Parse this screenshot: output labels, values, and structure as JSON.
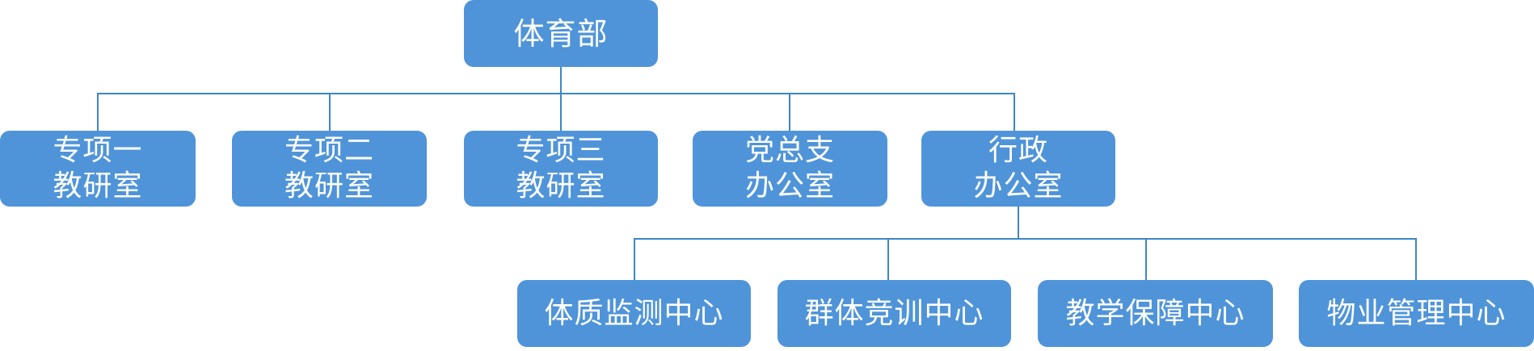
{
  "org_chart": {
    "root": {
      "label": "体育部"
    },
    "departments": [
      {
        "lines": [
          "专项一",
          "教研室"
        ]
      },
      {
        "lines": [
          "专项二",
          "教研室"
        ]
      },
      {
        "lines": [
          "专项三",
          "教研室"
        ]
      },
      {
        "lines": [
          "党总支",
          "办公室"
        ]
      },
      {
        "lines": [
          "行政",
          "办公室"
        ]
      }
    ],
    "admin_centers": [
      {
        "label": "体质监测中心"
      },
      {
        "label": "群体竞训中心"
      },
      {
        "label": "教学保障中心"
      },
      {
        "label": "物业管理中心"
      }
    ]
  },
  "colors": {
    "node_fill": "#4f94d9",
    "connector": "#3d86c6",
    "text": "#ffffff"
  }
}
